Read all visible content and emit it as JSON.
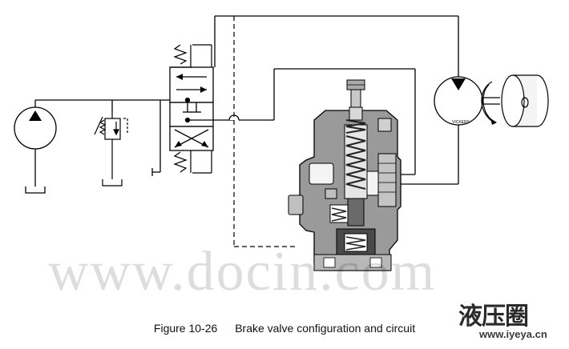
{
  "caption": {
    "figure_number": "Figure 10-26",
    "title": "Brake valve configuration and circuit"
  },
  "watermark": {
    "text": "www.docin.com"
  },
  "site_logo": {
    "chinese": "液压圈",
    "url": "www.iyeya.cn"
  },
  "motor": {
    "brand_label": "VICKERS"
  },
  "colors": {
    "line": "#000000",
    "body_gray": "#909090",
    "body_dark": "#5a5a5a",
    "spring": "#2a2a2a",
    "logo_blue": "#2f6fb5"
  }
}
